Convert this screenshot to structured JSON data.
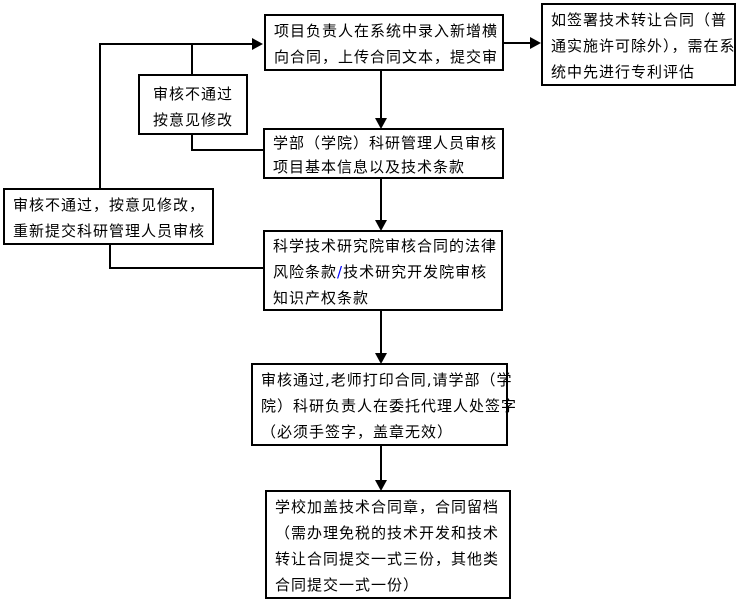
{
  "diagram": {
    "background_color": "#ffffff",
    "line_color": "#000000",
    "slash_color": "#0000ff",
    "boxes": {
      "start": {
        "lines": [
          "项目负责人在系统中录入新增横",
          "向合同，上传合同文本，提交审"
        ]
      },
      "patent_note": {
        "lines": [
          "如签署技术转让合同（普",
          "通实施许可除外），需在系",
          "统中先进行专利评估"
        ]
      },
      "revise_small": {
        "lines": [
          "审核不通过",
          "按意见修改"
        ]
      },
      "dept_review": {
        "lines": [
          "学部（学院）科研管理人员审核",
          "项目基本信息以及技术条款"
        ]
      },
      "revise_big": {
        "lines": [
          "审核不通过，按意见修改，",
          "重新提交科研管理人员审核"
        ]
      },
      "institute_review": {
        "line1": "科学技术研究院审核合同的法律",
        "line2_pre": "风险条款",
        "line2_slash": "/",
        "line2_post": "技术研究开发院审核",
        "line3": "知识产权条款"
      },
      "sign": {
        "lines": [
          "审核通过,老师打印合同,请学部（学",
          "院）科研负责人在委托代理人处签字",
          "（必须手签字，盖章无效）"
        ]
      },
      "archive": {
        "lines": [
          "学校加盖技术合同章，合同留档",
          "（需办理免税的技术开发和技术",
          "转让合同提交一式三份，其他类",
          "合同提交一式一份）"
        ]
      }
    }
  }
}
